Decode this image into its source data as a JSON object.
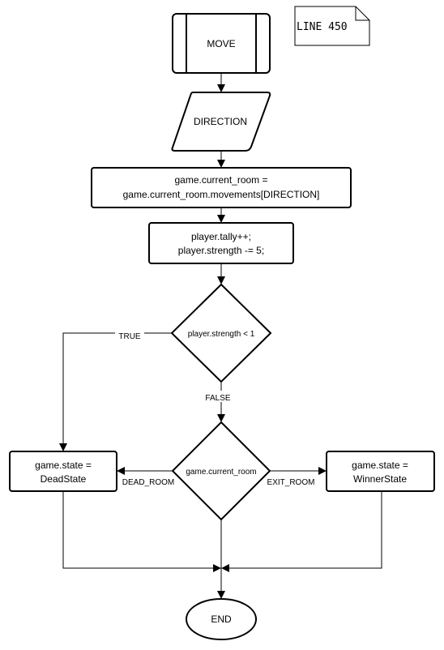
{
  "flowchart": {
    "note": "LINE 450",
    "move": "MOVE",
    "direction": "DIRECTION",
    "assign_line1": "game.current_room =",
    "assign_line2": "game.current_room.movements[DIRECTION]",
    "update_line1": "player.tally++;",
    "update_line2": "player.strength -= 5;",
    "strength_check": "player.strength < 1",
    "true_label": "TRUE",
    "false_label": "FALSE",
    "room_check": "game.current_room",
    "dead_room_label": "DEAD_ROOM",
    "exit_room_label": "EXIT_ROOM",
    "dead_line1": "game.state =",
    "dead_line2": "DeadState",
    "winner_line1": "game.state =",
    "winner_line2": "WinnerState",
    "end": "END"
  }
}
